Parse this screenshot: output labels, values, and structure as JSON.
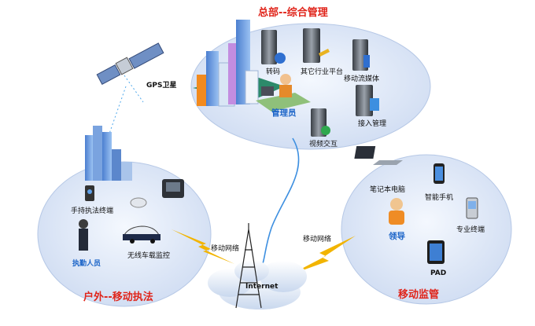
{
  "hq": {
    "title": "总部--综合管理",
    "nodes": {
      "transcode": "转码",
      "other_platform": "其它行业平台",
      "mobile_media": "移动流媒体",
      "access_mgmt": "接入管理",
      "video_exchange": "视频交互"
    },
    "admin": "管理员"
  },
  "satellite": {
    "label": "GPS卫星"
  },
  "outdoor": {
    "title": "户外--移动执法",
    "handheld": "手持执法终端",
    "officer": "执勤人员",
    "vehicle": "无线车载监控"
  },
  "mobile_monitor": {
    "title": "移动监管",
    "laptop": "笔记本电脑",
    "smartphone": "智能手机",
    "terminal": "专业终端",
    "leader": "领导",
    "pad": "PAD"
  },
  "network": {
    "internet": "Internet",
    "mobile_net_left": "移动网络",
    "mobile_net_right": "移动网络"
  },
  "colors": {
    "ellipse": "#dbe6f7",
    "accent_red": "#e0241a",
    "accent_blue": "#1b64c8",
    "bolt": "#f2b400"
  }
}
